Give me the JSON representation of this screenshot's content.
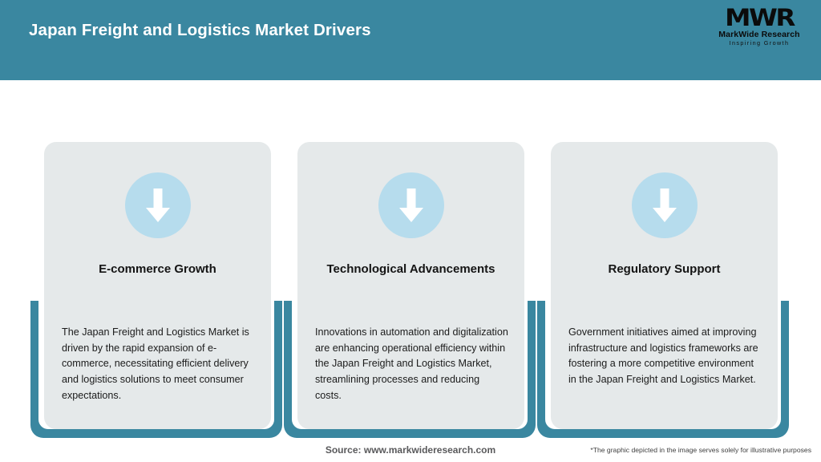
{
  "header": {
    "title": "Japan Freight and Logistics Market Drivers",
    "band_color": "#3a87a0",
    "logo": {
      "mark": "MWR",
      "name": "MarkWide Research",
      "tagline": "Inspiring Growth"
    }
  },
  "cards": [
    {
      "icon": "down-arrow-icon",
      "title": "E-commerce Growth",
      "body": "The Japan Freight and Logistics Market is driven by the rapid expansion of e-commerce, necessitating efficient delivery and logistics solutions to meet consumer expectations."
    },
    {
      "icon": "down-arrow-icon",
      "title": "Technological Advancements",
      "body": "Innovations in automation and digitalization are enhancing operational efficiency within the Japan Freight and Logistics Market, streamlining processes and reducing costs."
    },
    {
      "icon": "down-arrow-icon",
      "title": "Regulatory Support",
      "body": "Government initiatives aimed at improving infrastructure and logistics frameworks are fostering a more competitive environment in the Japan Freight and Logistics Market."
    }
  ],
  "footer": {
    "source": "Source: www.markwideresearch.com",
    "disclaimer": "*The graphic depicted in the image serves solely for illustrative purposes"
  },
  "colors": {
    "accent_teal": "#3a87a0",
    "circle_blue": "#b6dced",
    "card_gray": "#e5e9ea",
    "title_text": "#141414",
    "body_text": "#1b1b1b"
  }
}
